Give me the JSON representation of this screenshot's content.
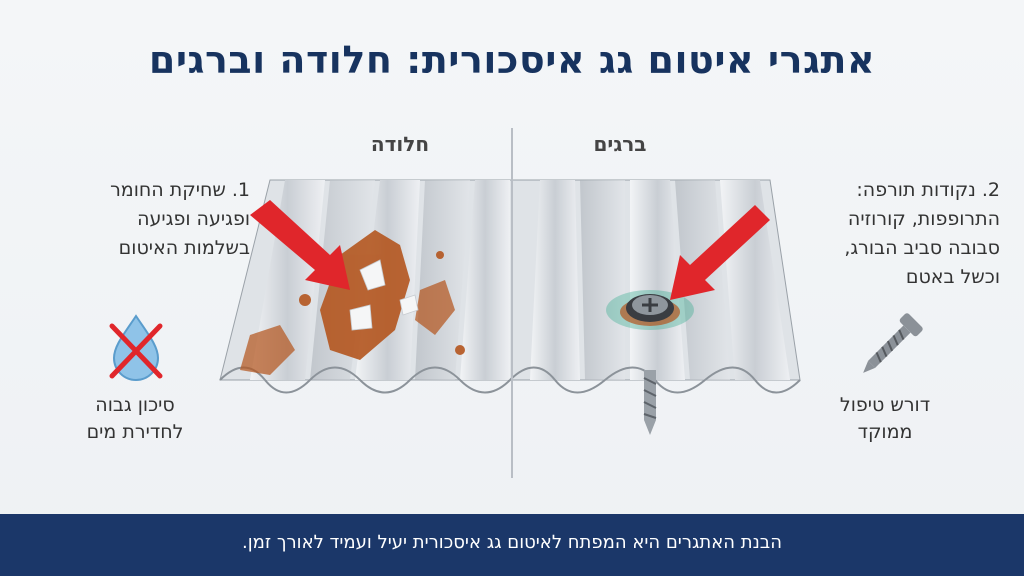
{
  "title": "אתגרי איטום גג איסכורית: חלודה וברגים",
  "columns": {
    "left_label": "חלודה",
    "right_label": "ברגים"
  },
  "left_panel": {
    "point_line1": "1. שחיקת החומר",
    "point_line2": "ופגיעה ופגיעה",
    "point_line3": "בשלמות האיטום",
    "icon": "no-water-drop-icon",
    "caption_line1": "סיכון גבוה",
    "caption_line2": "לחדירת מים"
  },
  "right_panel": {
    "point_line1": "2. נקודות תורפה:",
    "point_line2": "התרופפות, קורוזיה",
    "point_line3": "סבובה סביב הבורג,",
    "point_line4": "וכשל באטם",
    "icon": "screw-icon",
    "caption_line1": "דורש טיפול",
    "caption_line2": "ממוקד"
  },
  "footer": {
    "text": "הבנת האתגרים היא המפתח לאיטום גג איסכורית יעיל ועמיד לאורך זמן."
  },
  "colors": {
    "title": "#17335f",
    "footer_bg": "#1b3769",
    "arrow": "#e0262b",
    "rust": "#b4561f",
    "metal": "#d9dde2"
  }
}
